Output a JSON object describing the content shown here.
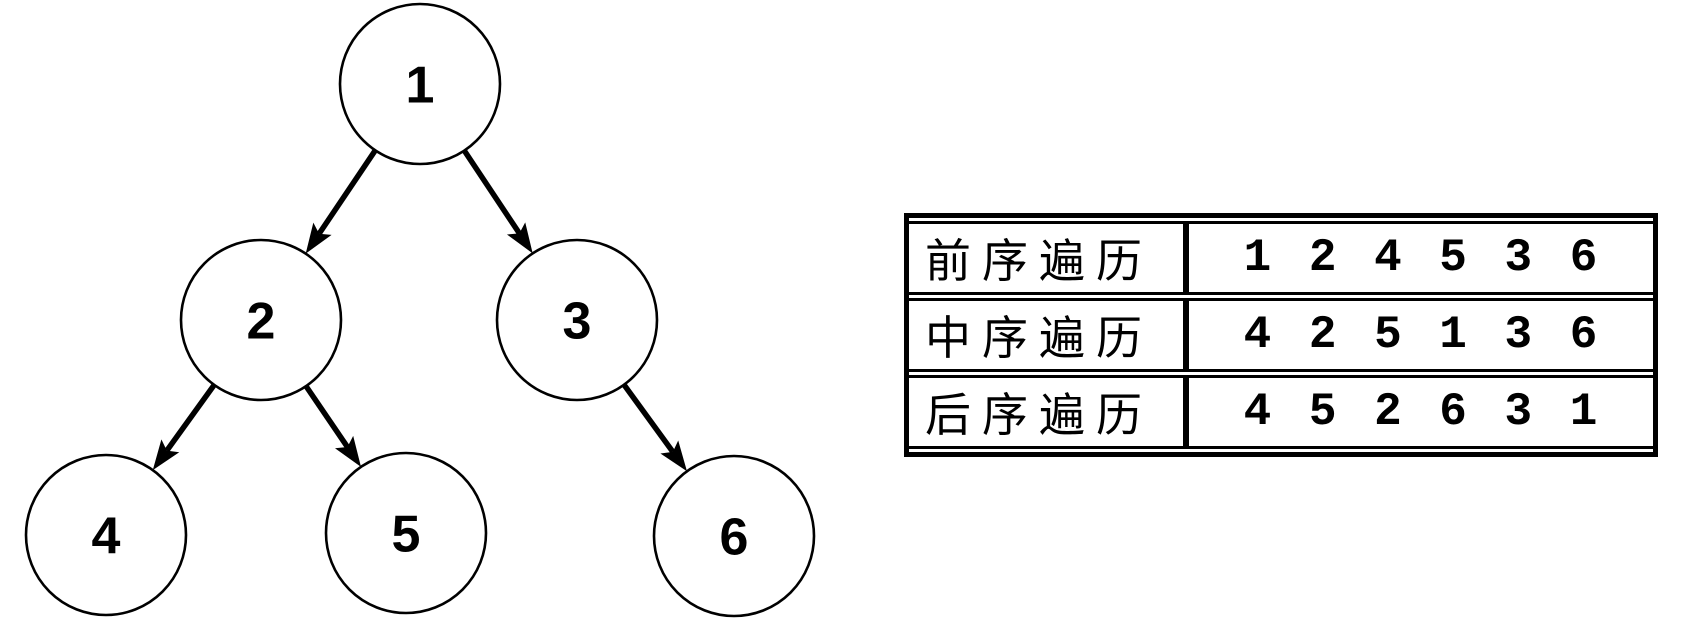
{
  "diagram": {
    "kind": "binary-tree",
    "nodes": [
      {
        "id": "1",
        "label": "1"
      },
      {
        "id": "2",
        "label": "2"
      },
      {
        "id": "3",
        "label": "3"
      },
      {
        "id": "4",
        "label": "4"
      },
      {
        "id": "5",
        "label": "5"
      },
      {
        "id": "6",
        "label": "6"
      }
    ],
    "edges": [
      {
        "from": "1",
        "to": "2"
      },
      {
        "from": "1",
        "to": "3"
      },
      {
        "from": "2",
        "to": "4"
      },
      {
        "from": "2",
        "to": "5"
      },
      {
        "from": "3",
        "to": "6"
      }
    ]
  },
  "table": {
    "rows": [
      {
        "label": "前序遍历",
        "sequence": "1 2 4 5 3 6"
      },
      {
        "label": "中序遍历",
        "sequence": "4 2 5 1 3 6"
      },
      {
        "label": "后序遍历",
        "sequence": "4 5 2 6 3 1"
      }
    ]
  },
  "colors": {
    "ink": "#000000",
    "background": "#ffffff"
  }
}
